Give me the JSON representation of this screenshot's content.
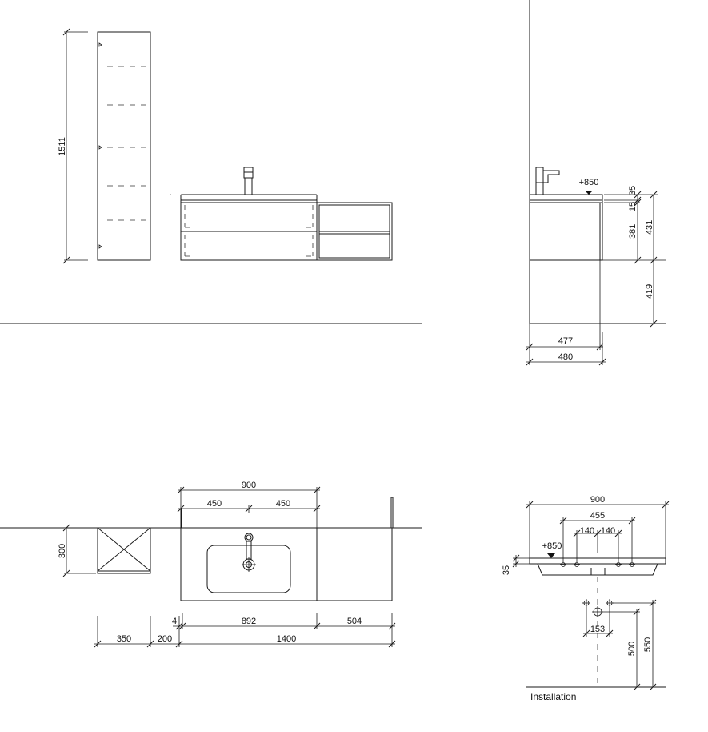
{
  "tall_cabinet": {
    "height": "1511"
  },
  "side_view": {
    "height_mark": "+850",
    "dims_col1": [
      "35",
      "15",
      "381"
    ],
    "dim_431": "431",
    "dim_419": "419",
    "depth_inner": "477",
    "depth_outer": "480"
  },
  "plan_view": {
    "basin_width": "900",
    "half_left": "450",
    "half_right": "450",
    "wall_depth": "300",
    "dim_4": "4",
    "dim_892": "892",
    "dim_504": "504",
    "dim_350": "350",
    "dim_200": "200",
    "dim_1400": "1400"
  },
  "installation": {
    "width": "900",
    "hole_spacing": "455",
    "tap_left": "140",
    "tap_right": "140",
    "height_mark": "+850",
    "thickness": "35",
    "drain_spacing": "153",
    "height_500": "500",
    "height_550": "550",
    "caption": "Installation"
  }
}
